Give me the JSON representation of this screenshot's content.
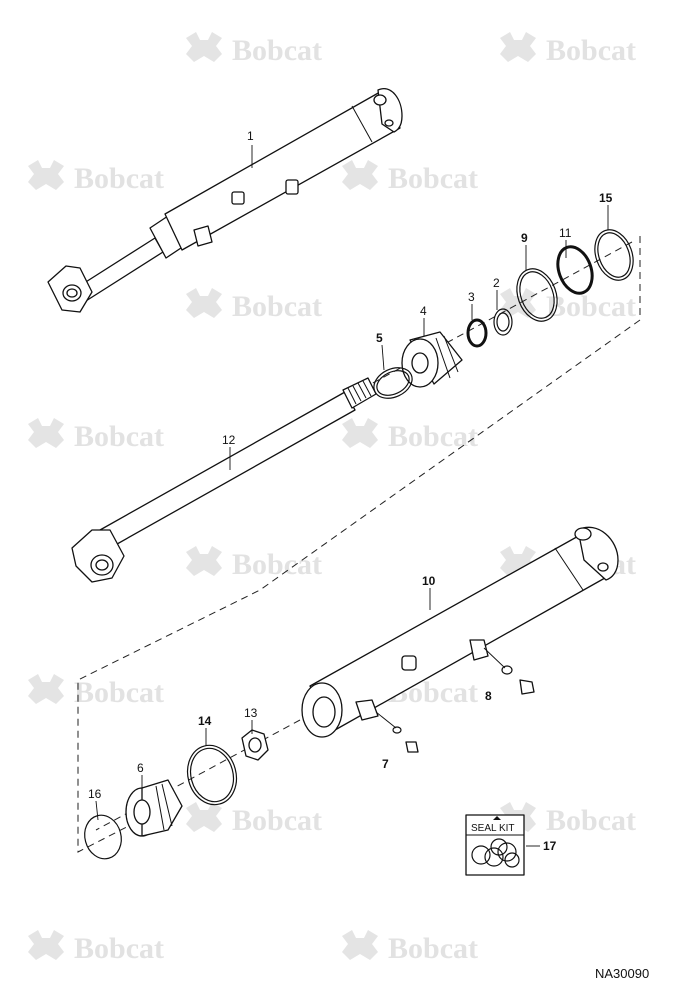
{
  "watermark": {
    "brand": "Bobcat"
  },
  "callouts": {
    "p1": "1",
    "p2": "2",
    "p3": "3",
    "p4": "4",
    "p5": "5",
    "p6": "6",
    "p7": "7",
    "p8": "8",
    "p9": "9",
    "p10": "10",
    "p11": "11",
    "p12": "12",
    "p13": "13",
    "p14": "14",
    "p15": "15",
    "p16": "16",
    "p17": "17"
  },
  "seal_kit": {
    "label": "SEAL KIT"
  },
  "figure_code": "NA30090"
}
